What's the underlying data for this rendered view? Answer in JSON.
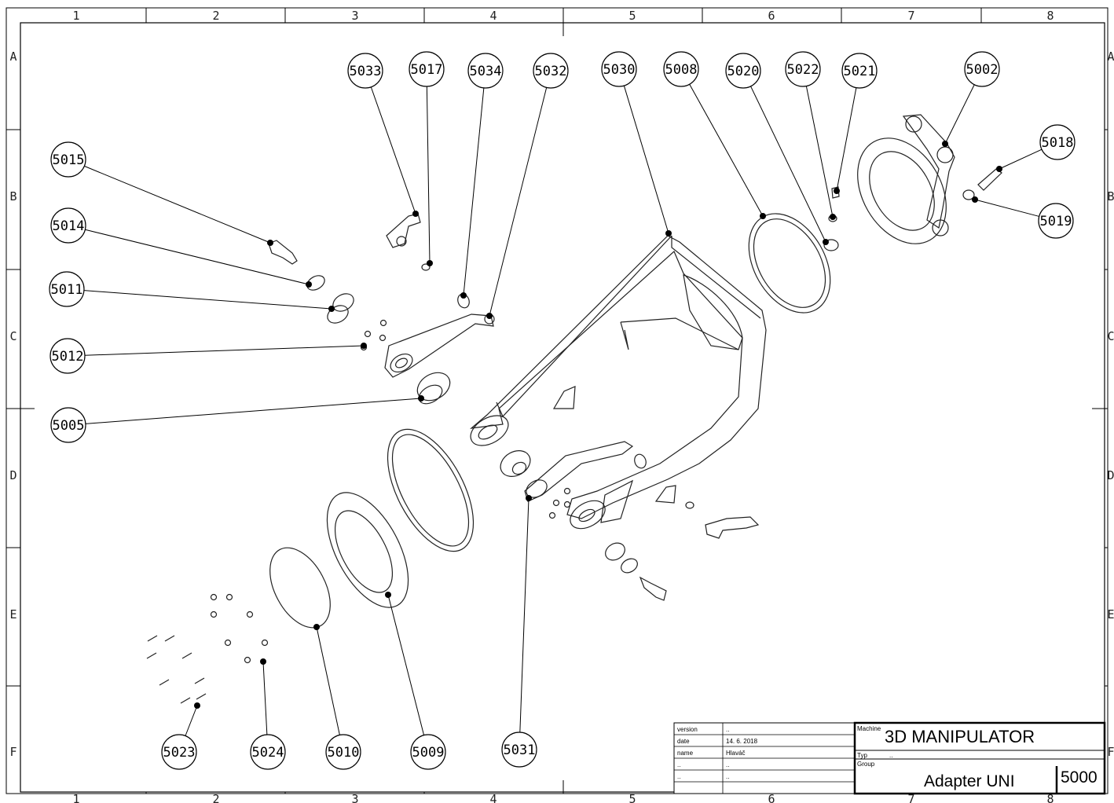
{
  "zones": {
    "columns": [
      "1",
      "2",
      "3",
      "4",
      "5",
      "6",
      "7",
      "8"
    ],
    "rows": [
      "A",
      "B",
      "C",
      "D",
      "E",
      "F"
    ]
  },
  "balloons": [
    {
      "id": "5033",
      "label": "5033"
    },
    {
      "id": "5017",
      "label": "5017"
    },
    {
      "id": "5034",
      "label": "5034"
    },
    {
      "id": "5032",
      "label": "5032"
    },
    {
      "id": "5030",
      "label": "5030"
    },
    {
      "id": "5008",
      "label": "5008"
    },
    {
      "id": "5020",
      "label": "5020"
    },
    {
      "id": "5022",
      "label": "5022"
    },
    {
      "id": "5021",
      "label": "5021"
    },
    {
      "id": "5002",
      "label": "5002"
    },
    {
      "id": "5018",
      "label": "5018"
    },
    {
      "id": "5019",
      "label": "5019"
    },
    {
      "id": "5015",
      "label": "5015"
    },
    {
      "id": "5014",
      "label": "5014"
    },
    {
      "id": "5011",
      "label": "5011"
    },
    {
      "id": "5012",
      "label": "5012"
    },
    {
      "id": "5005",
      "label": "5005"
    },
    {
      "id": "5023",
      "label": "5023"
    },
    {
      "id": "5024",
      "label": "5024"
    },
    {
      "id": "5010",
      "label": "5010"
    },
    {
      "id": "5009",
      "label": "5009"
    },
    {
      "id": "5031",
      "label": "5031"
    }
  ],
  "title_block": {
    "rows": [
      {
        "key": "version",
        "value": ".."
      },
      {
        "key": "date",
        "value": "14. 6. 2018"
      },
      {
        "key": "name",
        "value": "Hlaváč"
      },
      {
        "key": "..",
        "value": ".."
      },
      {
        "key": "..",
        "value": ".."
      }
    ],
    "machine_label": "Machine",
    "machine": "3D MANIPULATOR",
    "typ_label": "Typ",
    "typ_value": "..",
    "group_label": "Group",
    "group": "Adapter UNI",
    "number": "5000"
  }
}
